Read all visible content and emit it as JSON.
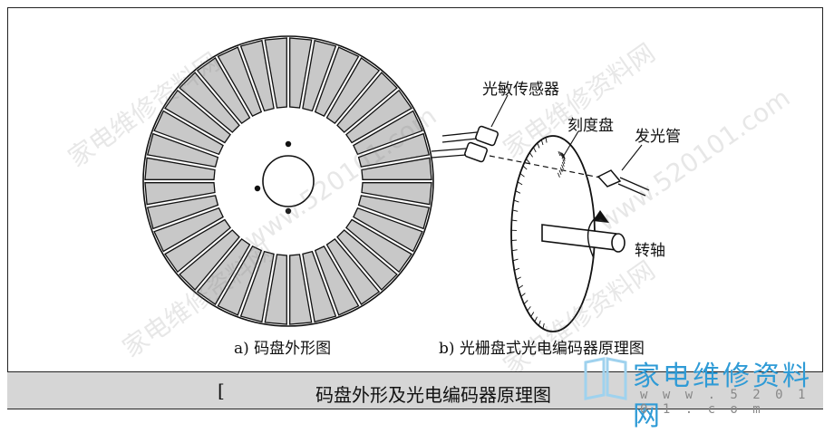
{
  "labels": {
    "sensor": "光敏传感器",
    "disk": "刻度盘",
    "emitter": "发光管",
    "shaft": "转轴",
    "caption_a": "a) 码盘外形图",
    "caption_b": "b) 光栅盘式光电编码器原理图"
  },
  "caption": {
    "mark": "[",
    "text": "码盘外形及光电编码器原理图"
  },
  "watermark": {
    "site_cn": "家电维修资料网",
    "site_url": "www.520101.com",
    "logo_url": "w w w . 5 2 0 1 0 1 . c o m"
  },
  "colors": {
    "slot_fill": "#c8c8c8",
    "caption_bg": "#d6d6d6",
    "logo_blue": "#2f9bd6"
  }
}
